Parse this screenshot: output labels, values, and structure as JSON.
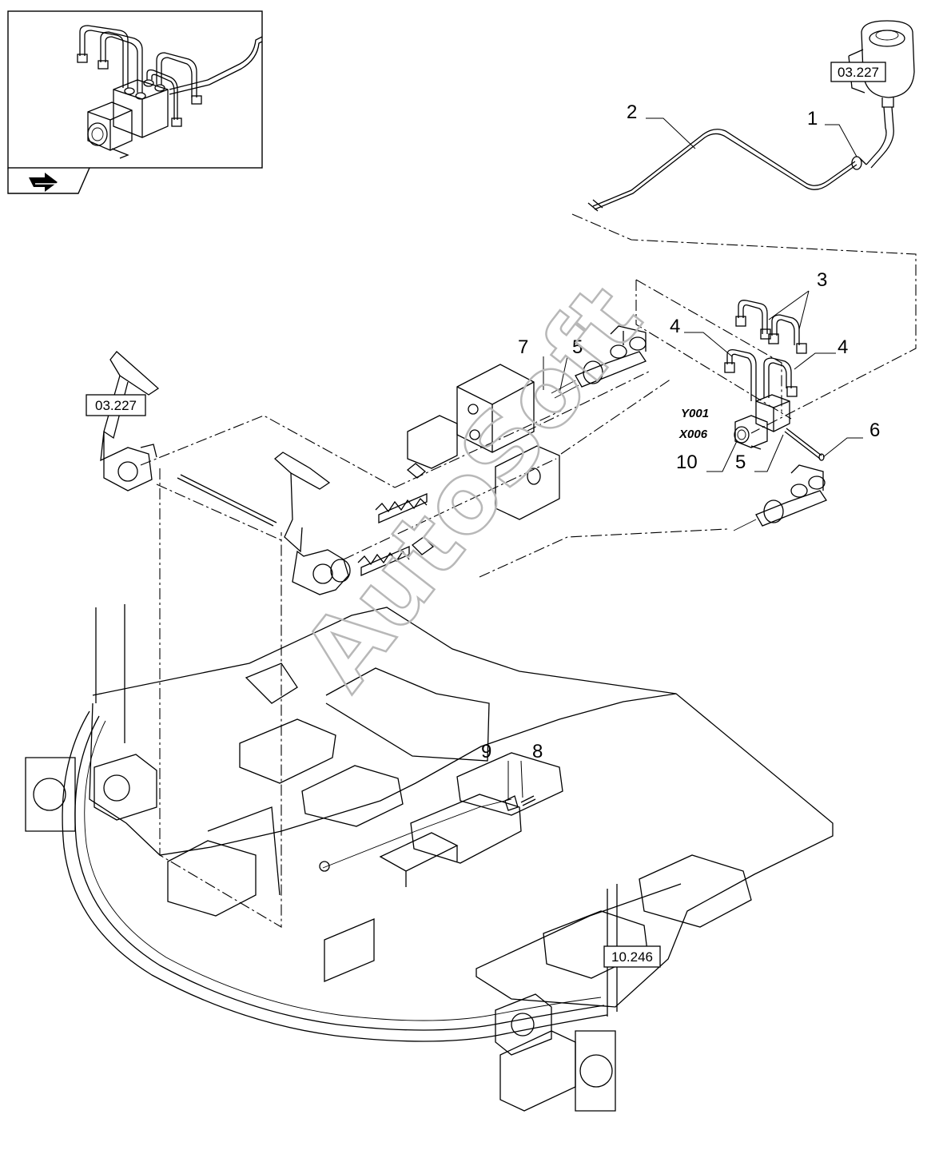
{
  "callouts": {
    "c1": "1",
    "c2": "2",
    "c3": "3",
    "c4a": "4",
    "c4b": "4",
    "c5a": "5",
    "c5b": "5",
    "c6": "6",
    "c7": "7",
    "c8": "8",
    "c9": "9",
    "c10": "10"
  },
  "connectors": {
    "y": "Y001",
    "x": "X006"
  },
  "references": {
    "ref_top": "03.227",
    "ref_left": "03.227",
    "ref_bottom": "10.246"
  },
  "watermark": "AutoSoft",
  "icons": {
    "nav": "arrow-right-icon"
  }
}
